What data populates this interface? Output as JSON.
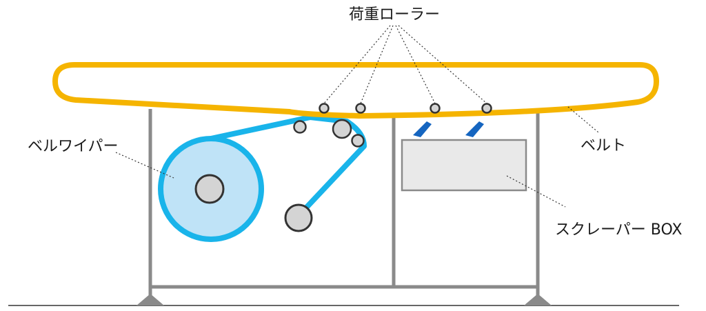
{
  "labels": {
    "load_roller": "荷重ローラー",
    "belt": "ベルト",
    "belt_wiper": "ベルワイパー",
    "scraper_box": "スクレーパー BOX"
  },
  "colors": {
    "belt": "#f5b400",
    "wiper": "#19b4ea",
    "wiper_roll_fill": "#bfe3f7",
    "roller_fill": "#d4d4d4",
    "frame": "#8a8a8a",
    "scraper_blade": "#1565c0",
    "box_fill": "#e9e9e9"
  }
}
